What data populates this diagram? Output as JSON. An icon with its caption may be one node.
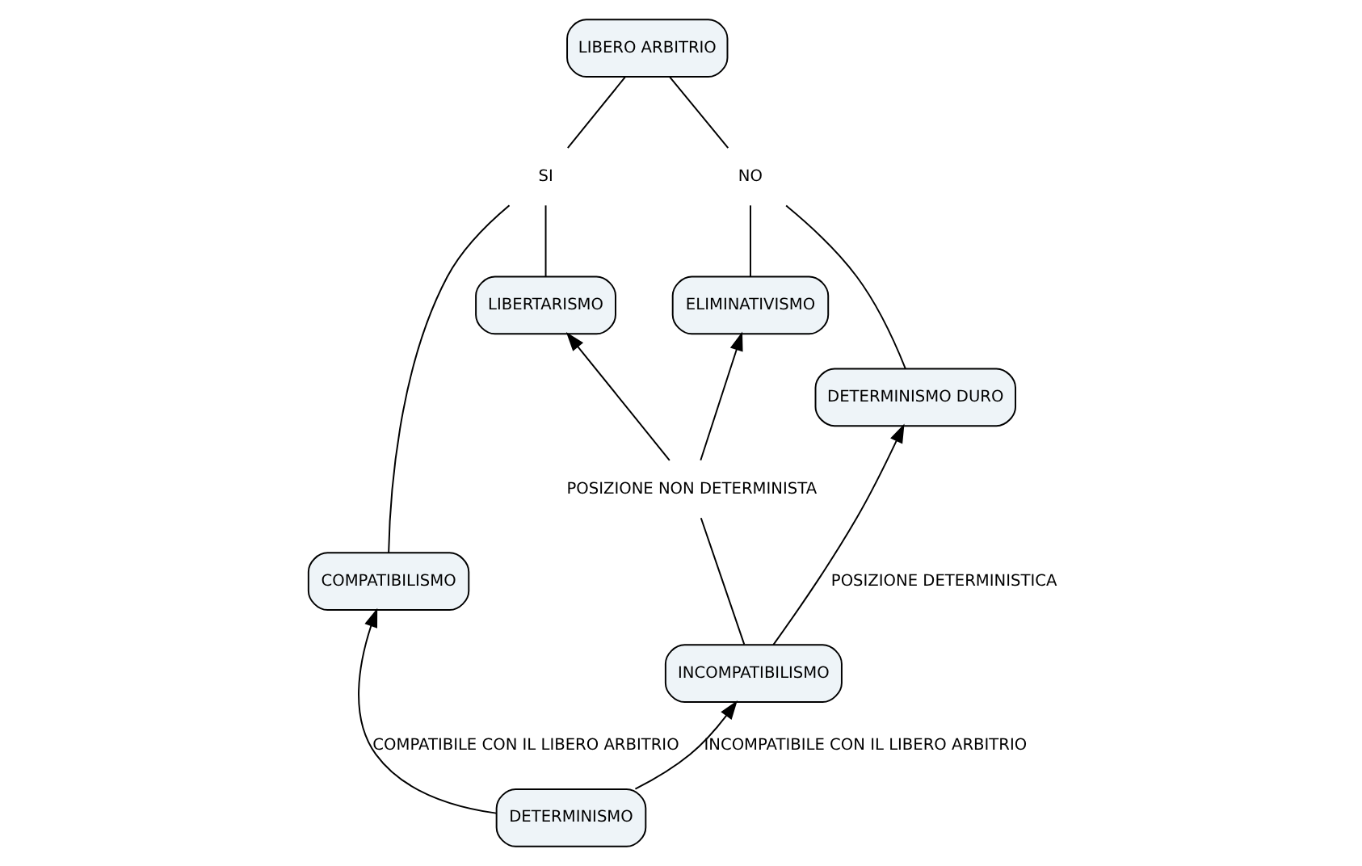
{
  "diagram": {
    "nodes": [
      {
        "text": [
          "LIBERO ARBITRIO"
        ]
      },
      {
        "text": [
          "SI"
        ]
      },
      {
        "text": [
          "NO"
        ]
      },
      {
        "text": [
          "COMPATIBILISMO"
        ]
      },
      {
        "text": [
          "LIBERTARISMO"
        ]
      },
      {
        "text": [
          "ELIMINATIVISMO"
        ]
      },
      {
        "text": [
          "DETERMINISMO DURO"
        ]
      },
      {
        "text": [
          "POSIZIONE NON DETERMINISTA"
        ]
      },
      {
        "text": [
          "INCOMPATIBILISMO"
        ]
      },
      {
        "text": [
          "DETERMINISMO"
        ]
      }
    ],
    "edges": [
      {
        "from": 1,
        "to": 0,
        "arrow": "none"
      },
      {
        "from": 3,
        "to": 1,
        "arrow": "none"
      },
      {
        "from": 4,
        "to": 1,
        "arrow": "none"
      },
      {
        "from": 2,
        "to": 0,
        "arrow": "none"
      },
      {
        "from": 5,
        "to": 2,
        "arrow": "none"
      },
      {
        "from": 6,
        "to": 2,
        "arrow": "none"
      },
      {
        "from": 8,
        "to": 7,
        "arrow": "none"
      },
      {
        "from": 7,
        "to": 4,
        "arrow": "to"
      },
      {
        "from": 7,
        "to": 5,
        "arrow": "to"
      },
      {
        "from": 8,
        "to": 6,
        "arrow": "to",
        "label": "POSIZIONE DETERMINISTICA"
      },
      {
        "from": 9,
        "to": 3,
        "arrow": "to",
        "label": "COMPATIBILE CON IL LIBERO ARBITRIO"
      },
      {
        "from": 9,
        "to": 8,
        "arrow": "to",
        "label": "INCOMPATIBILE CON IL LIBERO ARBITRIO"
      }
    ]
  }
}
